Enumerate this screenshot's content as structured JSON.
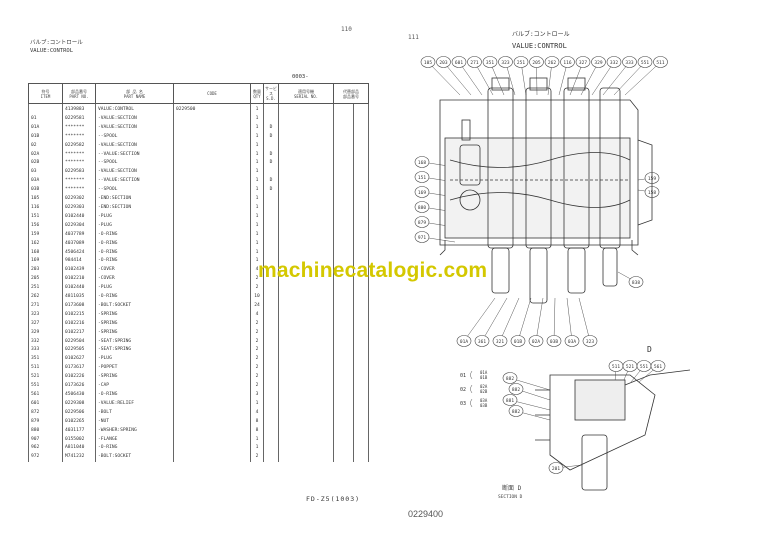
{
  "left_page": {
    "page_number": "110",
    "header_jp": "バルブ:コントロール",
    "header_en": "VALUE:CONTROL",
    "code_ref": "0003-",
    "columns": {
      "item": "符号\nITEM",
      "part_no": "部品番号\nPART NO.",
      "part_name": "部 品 名\nPART NAME",
      "code": "CODE",
      "qty": "数量\nQTY",
      "sd": "サービス\nS.D.",
      "serial": "適用号機\nSERIAL NO.",
      "change": "代替部品\n部品番号"
    },
    "rows": [
      {
        "item": "",
        "part_no": "4139883",
        "name": "VALUE:CONTROL",
        "code": "0229500",
        "qty": "1",
        "sd": ""
      },
      {
        "item": "01",
        "part_no": "0229581",
        "name": "-VALUE:SECTION",
        "code": "",
        "qty": "1",
        "sd": ""
      },
      {
        "item": "01A",
        "part_no": "*******",
        "name": "-VALUE:SECTION",
        "code": "",
        "qty": "1",
        "sd": "D"
      },
      {
        "item": "01B",
        "part_no": "*******",
        "name": "--SPOOL",
        "code": "",
        "qty": "1",
        "sd": "D"
      },
      {
        "item": "02",
        "part_no": "0229582",
        "name": "-VALUE:SECTION",
        "code": "",
        "qty": "1",
        "sd": ""
      },
      {
        "item": "02A",
        "part_no": "*******",
        "name": "--VALUE:SECTION",
        "code": "",
        "qty": "1",
        "sd": "D"
      },
      {
        "item": "02B",
        "part_no": "*******",
        "name": "--SPOOL",
        "code": "",
        "qty": "1",
        "sd": "D"
      },
      {
        "item": "03",
        "part_no": "0229583",
        "name": "-VALUE:SECTION",
        "code": "",
        "qty": "1",
        "sd": ""
      },
      {
        "item": "03A",
        "part_no": "*******",
        "name": "--VALUE:SECTION",
        "code": "",
        "qty": "1",
        "sd": "D"
      },
      {
        "item": "03B",
        "part_no": "*******",
        "name": "--SPOOL",
        "code": "",
        "qty": "1",
        "sd": "D"
      },
      {
        "item": "105",
        "part_no": "0229302",
        "name": "-END:SECTION",
        "code": "",
        "qty": "1",
        "sd": ""
      },
      {
        "item": "116",
        "part_no": "0229303",
        "name": "-END:SECTION",
        "code": "",
        "qty": "1",
        "sd": ""
      },
      {
        "item": "151",
        "part_no": "0102440",
        "name": "-PLUG",
        "code": "",
        "qty": "1",
        "sd": ""
      },
      {
        "item": "156",
        "part_no": "0229304",
        "name": "-PLUG",
        "code": "",
        "qty": "1",
        "sd": ""
      },
      {
        "item": "159",
        "part_no": "4037789",
        "name": "-O-RING",
        "code": "",
        "qty": "1",
        "sd": ""
      },
      {
        "item": "162",
        "part_no": "4037089",
        "name": "-O-RING",
        "code": "",
        "qty": "1",
        "sd": ""
      },
      {
        "item": "168",
        "part_no": "4506424",
        "name": "-O-RING",
        "code": "",
        "qty": "1",
        "sd": ""
      },
      {
        "item": "169",
        "part_no": "984414",
        "name": "-O-RING",
        "code": "",
        "qty": "1",
        "sd": ""
      },
      {
        "item": "203",
        "part_no": "0102439",
        "name": "-COVER",
        "code": "",
        "qty": "4",
        "sd": ""
      },
      {
        "item": "205",
        "part_no": "0102210",
        "name": "-COVER",
        "code": "",
        "qty": "2",
        "sd": ""
      },
      {
        "item": "251",
        "part_no": "0102440",
        "name": "-PLUG",
        "code": "",
        "qty": "2",
        "sd": ""
      },
      {
        "item": "262",
        "part_no": "4811035",
        "name": "-O-RING",
        "code": "",
        "qty": "10",
        "sd": ""
      },
      {
        "item": "271",
        "part_no": "0173608",
        "name": "-BOLT:SOCKET",
        "code": "",
        "qty": "24",
        "sd": ""
      },
      {
        "item": "323",
        "part_no": "0102215",
        "name": "-SPRING",
        "code": "",
        "qty": "4",
        "sd": ""
      },
      {
        "item": "327",
        "part_no": "0102216",
        "name": "-SPRING",
        "code": "",
        "qty": "2",
        "sd": ""
      },
      {
        "item": "329",
        "part_no": "0102217",
        "name": "-SPRING",
        "code": "",
        "qty": "2",
        "sd": ""
      },
      {
        "item": "332",
        "part_no": "0229504",
        "name": "-SEAT:SPRING",
        "code": "",
        "qty": "2",
        "sd": ""
      },
      {
        "item": "333",
        "part_no": "0229505",
        "name": "-SEAT:SPRING",
        "code": "",
        "qty": "2",
        "sd": ""
      },
      {
        "item": "351",
        "part_no": "0102627",
        "name": "-PLUG",
        "code": "",
        "qty": "2",
        "sd": ""
      },
      {
        "item": "511",
        "part_no": "0173617",
        "name": "-POPPET",
        "code": "",
        "qty": "2",
        "sd": ""
      },
      {
        "item": "521",
        "part_no": "0102226",
        "name": "-SPRING",
        "code": "",
        "qty": "2",
        "sd": ""
      },
      {
        "item": "551",
        "part_no": "0173626",
        "name": "-CAP",
        "code": "",
        "qty": "2",
        "sd": ""
      },
      {
        "item": "561",
        "part_no": "4506430",
        "name": "-O-RING",
        "code": "",
        "qty": "3",
        "sd": ""
      },
      {
        "item": "601",
        "part_no": "0229308",
        "name": "-VALUE:RELIEF",
        "code": "",
        "qty": "1",
        "sd": ""
      },
      {
        "item": "872",
        "part_no": "0229506",
        "name": "-BOLT",
        "code": "",
        "qty": "4",
        "sd": ""
      },
      {
        "item": "879",
        "part_no": "0102265",
        "name": "-NUT",
        "code": "",
        "qty": "8",
        "sd": ""
      },
      {
        "item": "880",
        "part_no": "4031177",
        "name": "-WASHER:SPRING",
        "code": "",
        "qty": "8",
        "sd": ""
      },
      {
        "item": "907",
        "part_no": "0155002",
        "name": "-FLANGE",
        "code": "",
        "qty": "1",
        "sd": ""
      },
      {
        "item": "962",
        "part_no": "A811040",
        "name": "-O-RING",
        "code": "",
        "qty": "1",
        "sd": ""
      },
      {
        "item": "972",
        "part_no": "M741232",
        "name": "-BOLT:SOCKET",
        "code": "",
        "qty": "2",
        "sd": ""
      }
    ],
    "footer": "FD-Z5(1003)"
  },
  "right_page": {
    "page_number": "111",
    "title_jp": "バルブ:コントロール",
    "title_en": "VALUE:CONTROL",
    "callouts_top": [
      "105",
      "203",
      "601",
      "271",
      "351",
      "323",
      "251",
      "205",
      "262",
      "116",
      "327",
      "329",
      "332",
      "333",
      "551",
      "511"
    ],
    "callouts_left": [
      "168",
      "151",
      "169",
      "880",
      "879",
      "971"
    ],
    "callouts_right": [
      "159",
      "158"
    ],
    "callouts_bottom": [
      "01A",
      "361",
      "321",
      "01B",
      "02A",
      "03B",
      "03A",
      "323"
    ],
    "callout_right_lower": "838",
    "section_labels": [
      {
        "num": "01",
        "parts": "01A\n01B"
      },
      {
        "num": "02",
        "parts": "02A\n02B"
      },
      {
        "num": "03",
        "parts": "03A\n03B"
      }
    ],
    "section_callouts": [
      "882",
      "882",
      "881",
      "882"
    ],
    "section_callouts_right": [
      "511",
      "521",
      "551",
      "561"
    ],
    "section_bottom_callout": "201",
    "section_title": "断面 D",
    "section_title_en": "SECTION D",
    "drawing_code": "0229400",
    "view_mark": "D"
  },
  "watermark": "machinecatalogic.com"
}
